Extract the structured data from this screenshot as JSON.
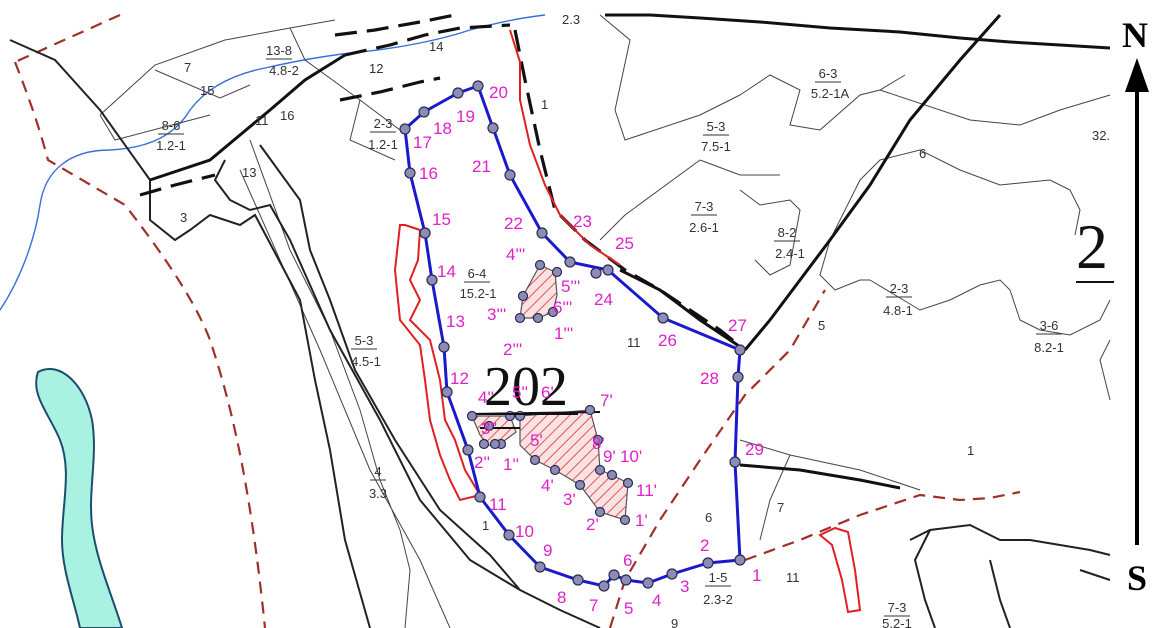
{
  "colors": {
    "water": "#a9f2e2",
    "plot_boundary": "#1a1acc",
    "vertex_fill": "#8c8cb4",
    "point_label": "#e020c8",
    "red_line": "#e02020",
    "dashed_red": "#a0302a",
    "hatch": "#e25555",
    "creek": "#3a6fd8"
  },
  "compass": {
    "north": "N",
    "south": "S"
  },
  "block_number": "202",
  "block_number_edge": "2",
  "stands": [
    {
      "id": "13-8",
      "sub": "4.8-2"
    },
    {
      "id": "8-6",
      "sub": "1.2-1"
    },
    {
      "id": "2-3",
      "sub": "1.2-1"
    },
    {
      "id": "6-3",
      "sub": "5.2-1A"
    },
    {
      "id": "5-3",
      "sub": "7.5-1"
    },
    {
      "id": "7-3",
      "sub": "2.6-1"
    },
    {
      "id": "8-2",
      "sub": "2.4-1"
    },
    {
      "id": "6-4",
      "sub": "15.2-1"
    },
    {
      "id": "2-3",
      "sub": "4.8-1"
    },
    {
      "id": "3-6",
      "sub": "8.2-1"
    },
    {
      "id": "5-3",
      "sub": "4.5-1"
    },
    {
      "id": "4",
      "sub": "3.3"
    },
    {
      "id": "1-5",
      "sub": "2.3-2"
    },
    {
      "id": "7-3",
      "sub": "5.2-1"
    }
  ],
  "edge_fragments": [
    "2.3",
    "32."
  ],
  "parcel_numbers": [
    "7",
    "15",
    "14",
    "12",
    "11",
    "16",
    "13",
    "3",
    "1",
    "6",
    "5",
    "11",
    "1",
    "6",
    "7",
    "1",
    "11",
    "9"
  ],
  "points": [
    "1",
    "2",
    "3",
    "4",
    "5",
    "6",
    "7",
    "8",
    "9",
    "10",
    "11",
    "12",
    "13",
    "14",
    "15",
    "16",
    "17",
    "18",
    "19",
    "20",
    "21",
    "22",
    "23",
    "24",
    "25",
    "26",
    "27",
    "28",
    "29"
  ],
  "inner_points": {
    "triple_prime": [
      "1'''",
      "2'''",
      "3'''",
      "4'''",
      "5'''",
      "6'''"
    ],
    "double_prime": [
      "1''",
      "2''",
      "3''",
      "4''",
      "5''"
    ],
    "prime": [
      "1'",
      "2'",
      "3'",
      "4'",
      "5'",
      "6'",
      "7'",
      "8'",
      "9'",
      "10'",
      "11'"
    ]
  }
}
